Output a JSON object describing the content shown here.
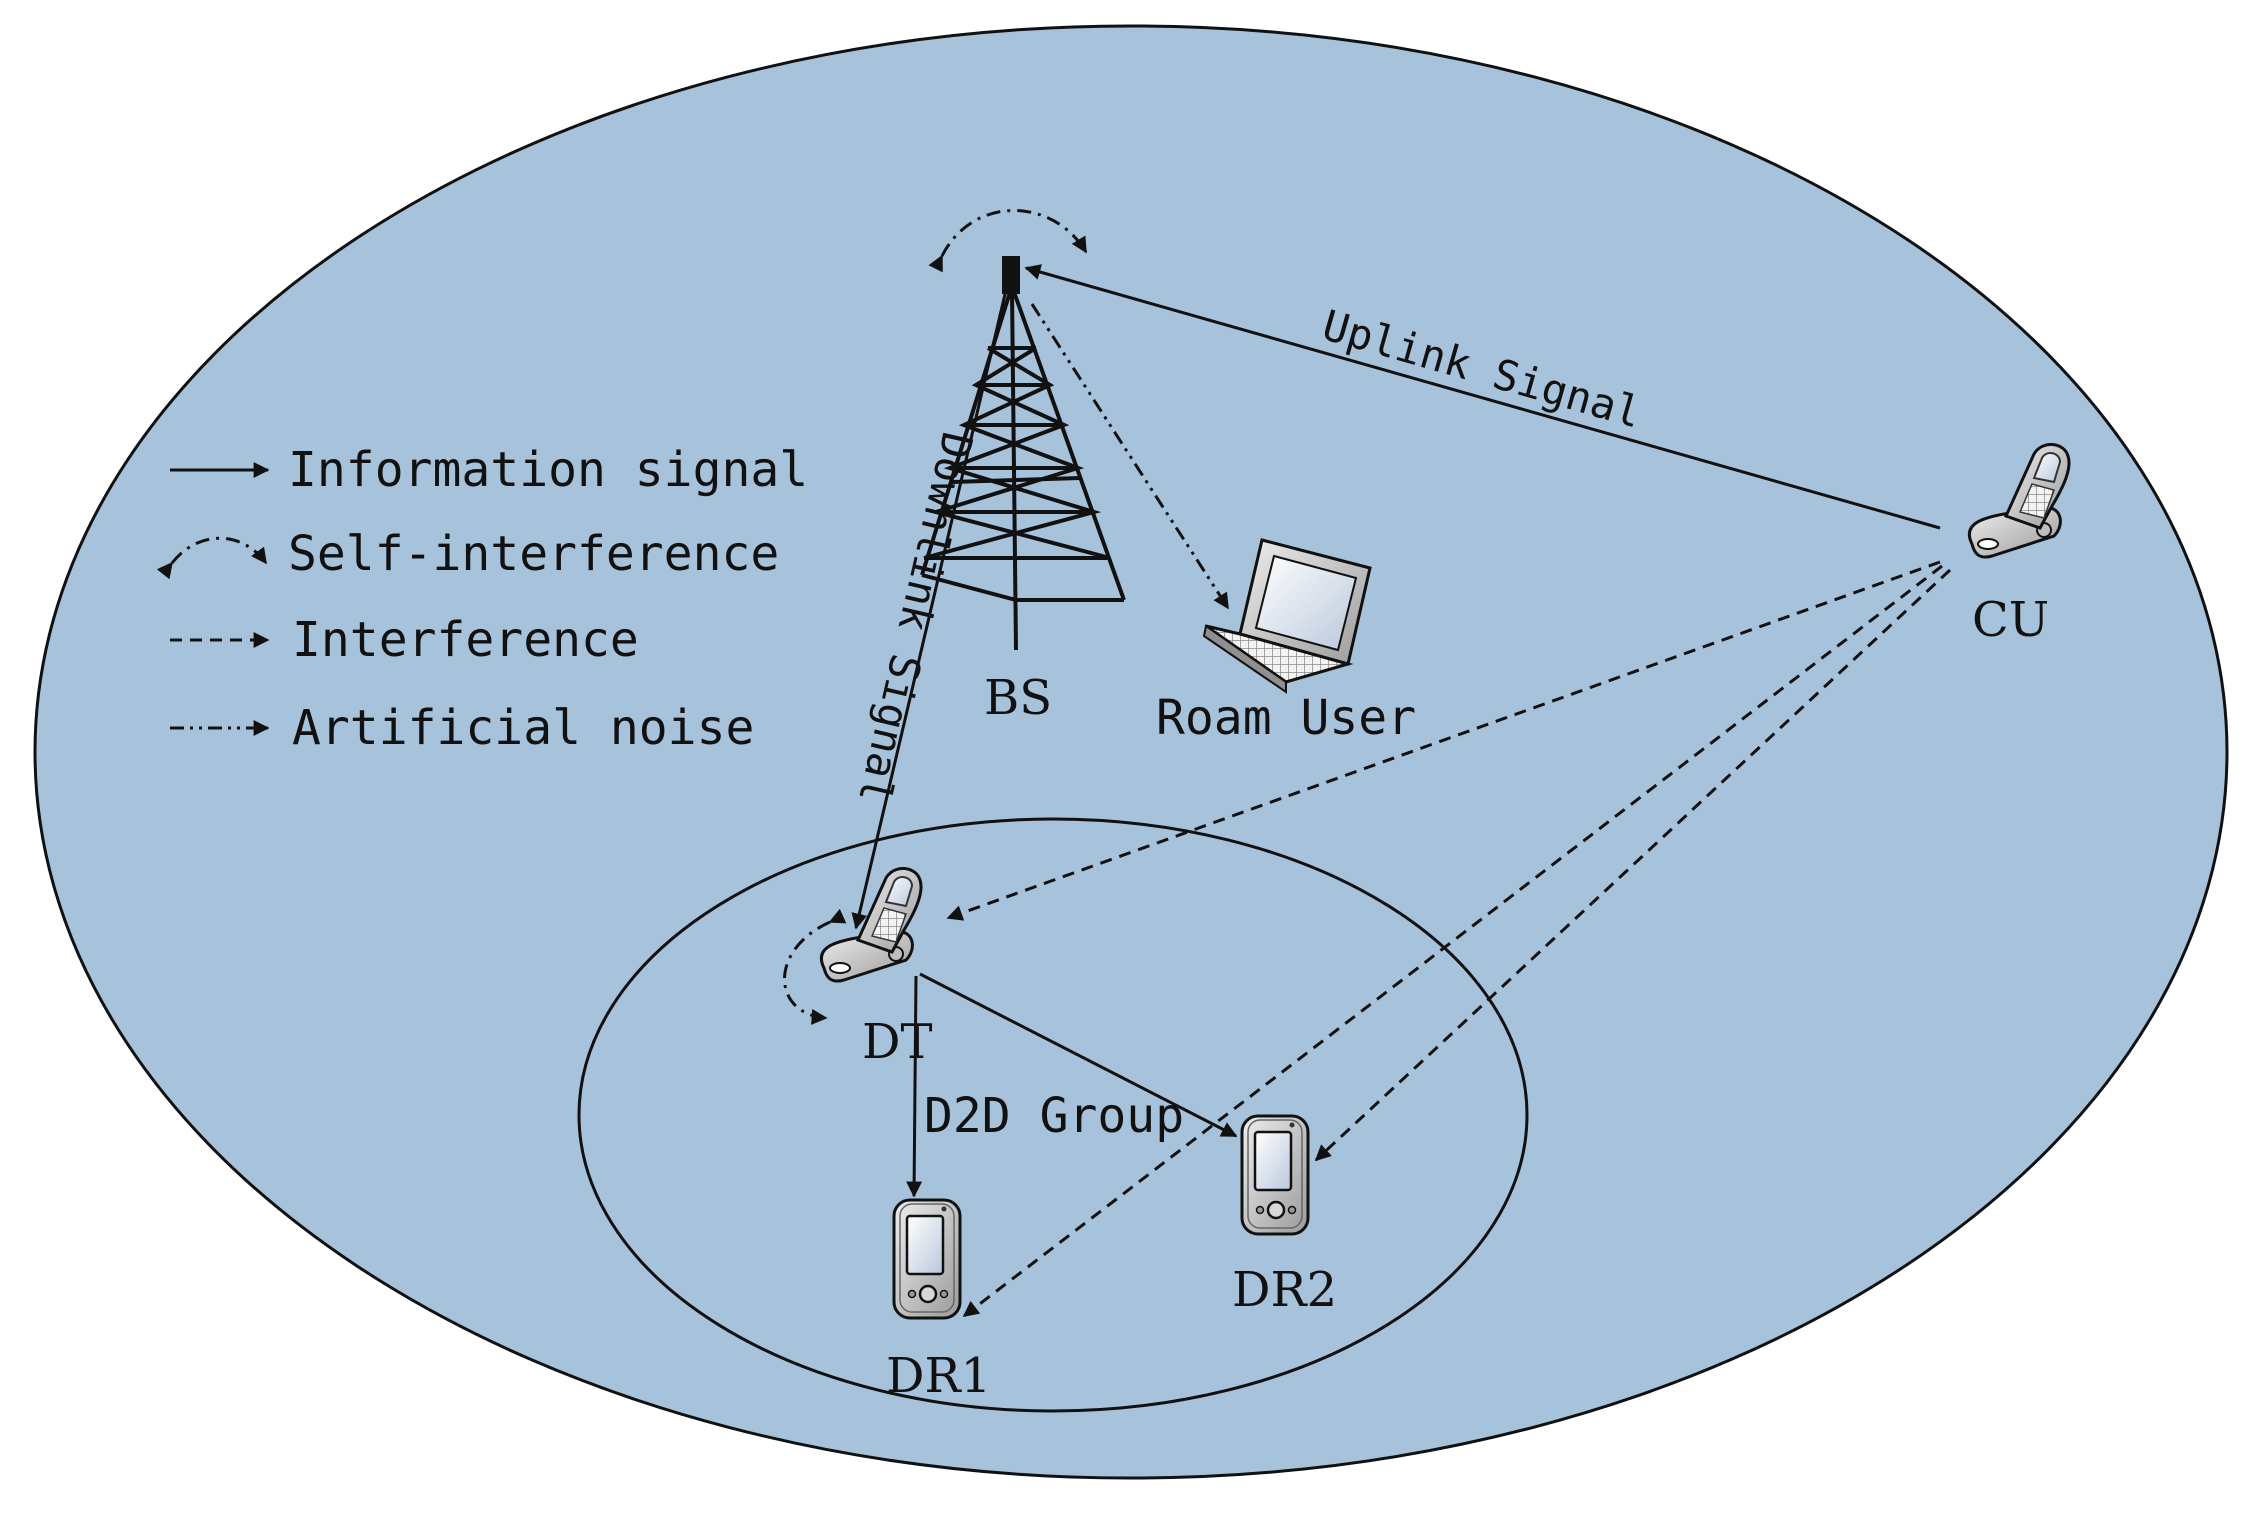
{
  "colors": {
    "cell_fill": "#a7c3dc",
    "stroke": "#111111",
    "device_body": "#c9c9c9",
    "screen": "#dfe7f2"
  },
  "legend": {
    "info": "Information signal",
    "self": "Self-interference",
    "interference": "Interference",
    "noise": "Artificial noise"
  },
  "nodes": {
    "bs": "BS",
    "roam": "Roam User",
    "cu": "CU",
    "dt": "DT",
    "dr1": "DR1",
    "dr2": "DR2"
  },
  "links": {
    "uplink": "Uplink Signal",
    "downlink": "Downlink Signal",
    "group": "D2D Group"
  },
  "icons": {
    "bs": "tower-icon",
    "roam": "laptop-icon",
    "cu": "flip-phone-icon",
    "dt": "flip-phone-icon",
    "dr1": "pda-icon",
    "dr2": "pda-icon"
  }
}
